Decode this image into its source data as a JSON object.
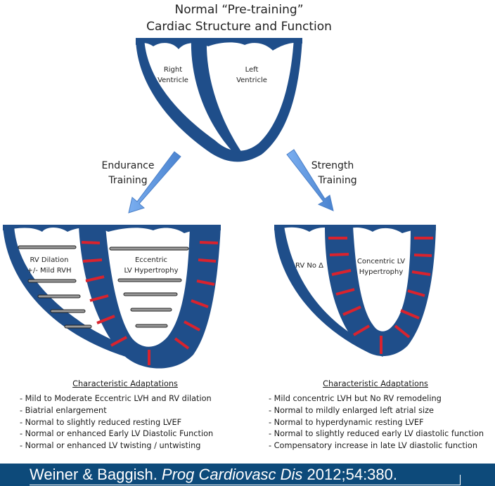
{
  "title": {
    "line1": "Normal “Pre-training”",
    "line2": "Cardiac Structure and Function"
  },
  "normal_heart": {
    "right_ventricle": {
      "line1": "Right",
      "line2": "Ventricle"
    },
    "left_ventricle": {
      "line1": "Left",
      "line2": "Ventricle"
    }
  },
  "arrows": {
    "endurance": {
      "line1": "Endurance",
      "line2": "Training"
    },
    "strength": {
      "line1": "Strength",
      "line2": "Training"
    }
  },
  "endurance_heart": {
    "rv_label": {
      "line1": "RV Dilation",
      "line2": "+/- Mild RVH"
    },
    "lv_label": {
      "line1": "Eccentric",
      "line2": "LV Hypertrophy"
    }
  },
  "strength_heart": {
    "rv_label": {
      "line1": "RV No Δ"
    },
    "lv_label": {
      "line1": "Concentric LV",
      "line2": "Hypertrophy"
    }
  },
  "endurance_adaptations": {
    "header": "Characteristic Adaptations",
    "items": [
      "- Mild to Moderate Eccentric LVH and RV dilation",
      "- Biatrial enlargement",
      "- Normal to slightly reduced resting LVEF",
      "- Normal or enhanced Early LV Diastolic Function",
      "- Normal or enhanced LV twisting / untwisting"
    ]
  },
  "strength_adaptations": {
    "header": "Characteristic Adaptations",
    "items": [
      "- Mild concentric LVH but No RV remodeling",
      "- Normal to mildly enlarged left atrial size",
      "- Normal to hyperdynamic resting LVEF",
      "- Normal to slightly reduced early LV diastolic function",
      "- Compensatory increase in late LV diastolic function"
    ]
  },
  "footer": {
    "authors": "Weiner & Baggish. ",
    "journal": "Prog Cardiovasc Dis",
    "citation": " 2012;54:380."
  },
  "colors": {
    "myocardium": "#1f4e8a",
    "hypertrophy_marks": "#d9232e",
    "arrow": "#5b93d9",
    "footer_bg": "#0d4a7a"
  }
}
